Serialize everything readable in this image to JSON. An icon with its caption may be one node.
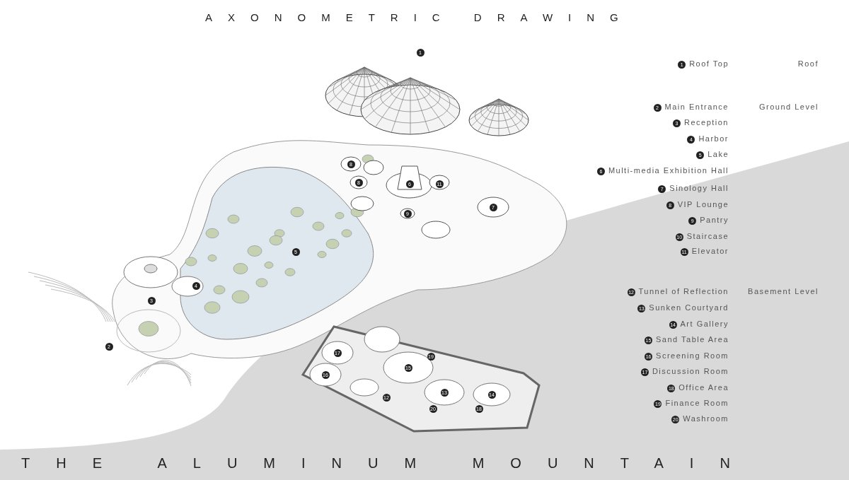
{
  "diagram": {
    "title": "AXONOMETRIC DRAWING",
    "caption": "THE ALUMINUM MOUNTAIN",
    "labels": [
      "1",
      "8",
      "8",
      "6",
      "11",
      "7",
      "9",
      "5",
      "4",
      "3",
      "2",
      "17",
      "19",
      "15",
      "16",
      "13",
      "14",
      "12",
      "20",
      "18",
      "1",
      "Roof Top",
      "Roof",
      "2",
      "Main Entrance",
      "Ground Level",
      "3",
      "Reception",
      "4",
      "Harbor",
      "5",
      "Lake",
      "6",
      "Multi-media Exhibition Hall",
      "7",
      "Sinology Hall",
      "8",
      "VIP Lounge",
      "9",
      "Pantry",
      "10",
      "Staircase",
      "11",
      "Elevator",
      "12",
      "Tunnel of Reflection",
      "Basement Level",
      "13",
      "Sunken Courtyard",
      "14",
      "Art Gallery",
      "15",
      "Sand Table Area",
      "16",
      "Screening Room",
      "17",
      "Discussion Room",
      "18",
      "Office Area",
      "19",
      "Finance Room",
      "20",
      "Washroom"
    ]
  }
}
